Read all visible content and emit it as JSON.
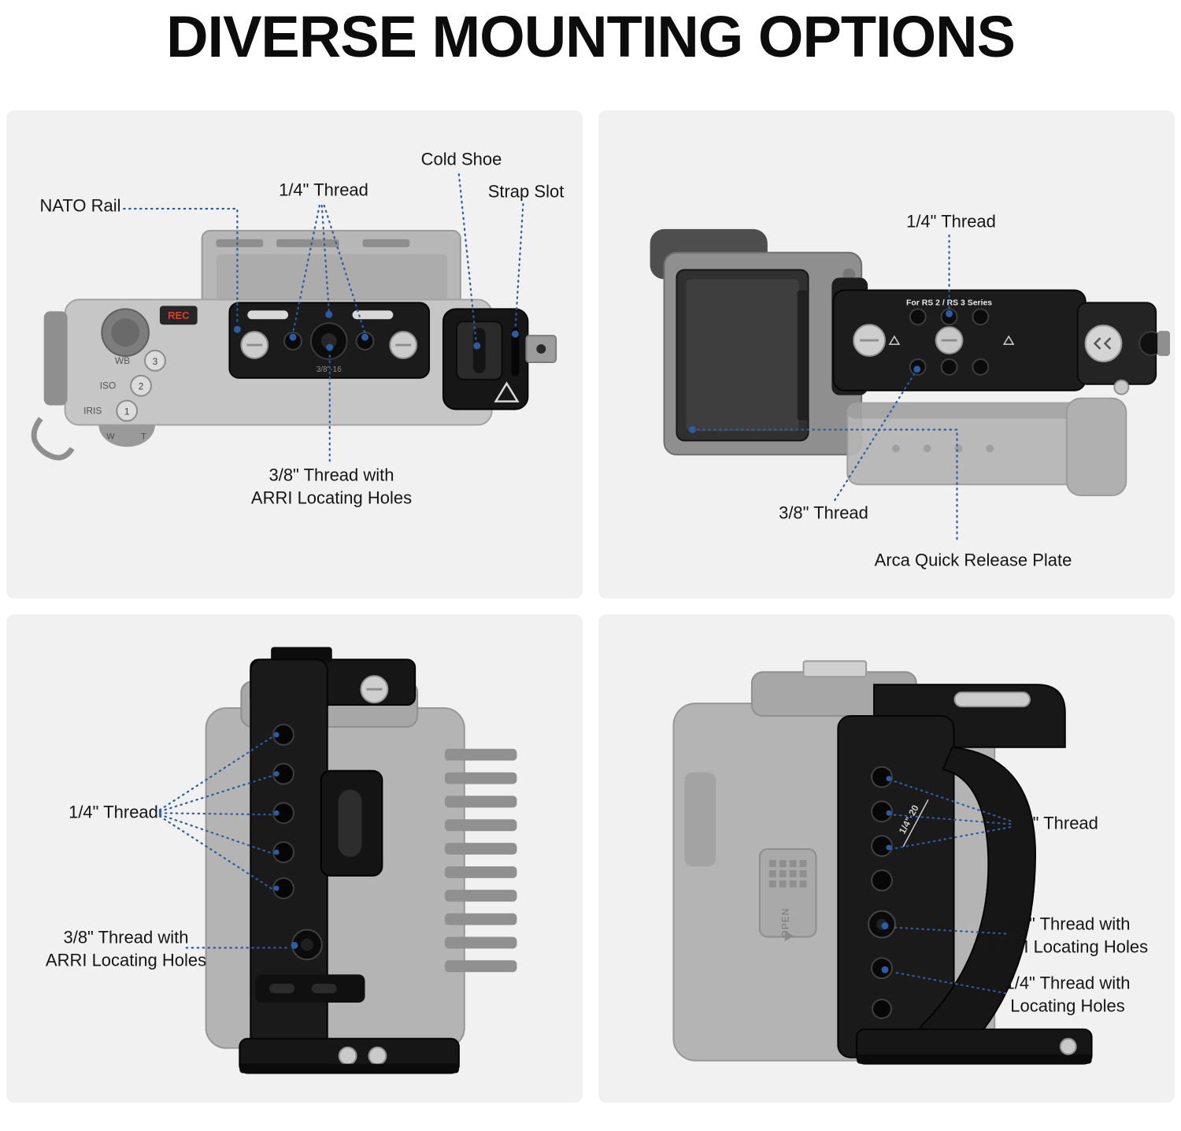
{
  "page": {
    "title": "DIVERSE MOUNTING OPTIONS"
  },
  "colors": {
    "accent_blue": "#2d5ba4",
    "panel_bg": "#f1f1f1",
    "cage_black": "#1a1a1a"
  },
  "panels": {
    "top_left": {
      "labels": {
        "nato_rail": "NATO Rail",
        "quarter_thread": "1/4\" Thread",
        "cold_shoe": "Cold Shoe",
        "strap_slot": "Strap Slot",
        "three_eighth_line1": "3/8\" Thread with",
        "three_eighth_line2": "ARRI Locating Holes"
      },
      "engravings": {
        "rec": "REC",
        "wb": "WB",
        "iso": "ISO",
        "iris": "IRIS",
        "dial3": "3",
        "dial2": "2",
        "dial1": "1",
        "w": "W",
        "t": "T",
        "plate": "3/8\"-16"
      }
    },
    "top_right": {
      "labels": {
        "quarter_thread": "1/4\" Thread",
        "three_eighth": "3/8\" Thread",
        "arca": "Arca Quick Release Plate"
      },
      "engravings": {
        "plate": "For RS 2 / RS 3 Series"
      }
    },
    "bottom_left": {
      "labels": {
        "quarter_thread": "1/4\" Thread",
        "three_eighth_line1": "3/8\" Thread with",
        "three_eighth_line2": "ARRI Locating Holes"
      }
    },
    "bottom_right": {
      "labels": {
        "quarter_thread": "1/4\" Thread",
        "three_eighth_line1": "3/8\" Thread with",
        "three_eighth_line2": "ARRI Locating Holes",
        "quarter_locating_line1": "1/4\" Thread with",
        "quarter_locating_line2": "Locating Holes"
      },
      "engravings": {
        "thread": "1/4\"-20",
        "open": "OPEN"
      }
    }
  }
}
